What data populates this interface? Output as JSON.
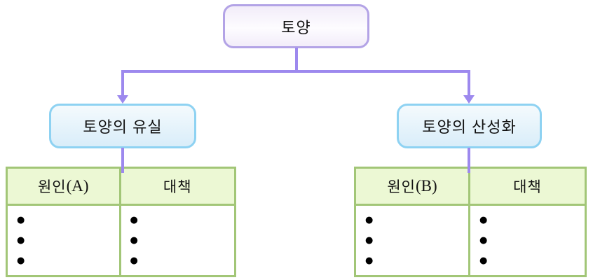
{
  "colors": {
    "connector": "#9d89ee",
    "root-border": "#b3a3e6",
    "root-fill-a": "#f2ecf9",
    "root-fill-b": "#fdfcff",
    "child-border": "#8ed2f2",
    "child-fill-a": "#f4fafd",
    "child-fill-b": "#d9edf9",
    "table-border": "#a2c677",
    "header-fill": "#ecf8d4",
    "text": "#111111"
  },
  "root": {
    "label": "토양"
  },
  "children": [
    {
      "label": "토양의 유실"
    },
    {
      "label": "토양의 산성화"
    }
  ],
  "tables": [
    {
      "cause_label": "원인",
      "cause_paren": "(A)",
      "measure_label": "대책"
    },
    {
      "cause_label": "원인",
      "cause_paren": "(B)",
      "measure_label": "대책"
    }
  ],
  "glyphs": {
    "bullet": "●"
  }
}
